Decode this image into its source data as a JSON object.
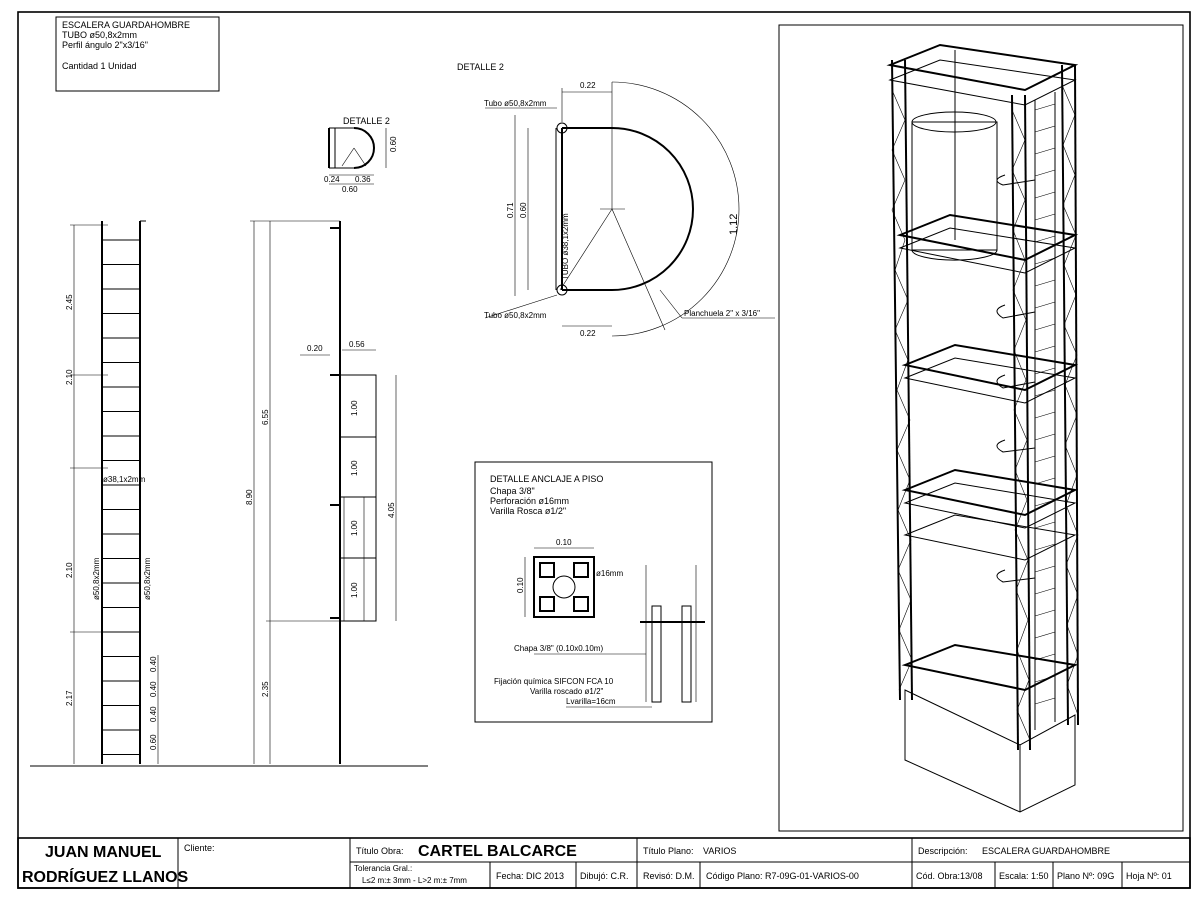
{
  "notes": {
    "line1": "ESCALERA GUARDAHOMBRE",
    "line2": "TUBO ø50,8x2mm",
    "line3": "Perfil ángulo 2\"x3/16\"",
    "line4": "Cantidad 1 Unidad"
  },
  "detail_small": {
    "title": "DETALLE 2",
    "dim_h": "0.60",
    "dim_a": "0.24",
    "dim_b": "0.36",
    "dim_w": "0.60"
  },
  "elevation_left": {
    "dims": [
      "2.45",
      "2.10",
      "2.10",
      "2.17"
    ],
    "ladder_dims": [
      "0.40",
      "0.40",
      "0.40",
      "0.60"
    ],
    "tube_mid": "ø38,1x2mm",
    "tube_left": "ø50,8x2mm",
    "tube_right": "ø50,8x2mm"
  },
  "elevation_side": {
    "dim_total": "8.90",
    "dim_upper": "6.55",
    "dim_lower": "2.35",
    "dim_cage": "4.05",
    "dim_offset": "0.20",
    "dim_depth": "0.56",
    "dim_segments": [
      "1.00",
      "1.00",
      "1.00",
      "1.00"
    ]
  },
  "detail_large": {
    "title": "DETALLE 2",
    "tube_top": "Tubo ø50,8x2mm",
    "tube_bottom": "Tubo ø50,8x2mm",
    "dim_top": "0.22",
    "dim_bottom": "0.22",
    "dim_outer": "0.71",
    "dim_inner": "0.60",
    "tube_center": "TUBO ø38,1x2mm",
    "arc_len": "1.12",
    "planchuela": "Planchuela 2\" x 3/16\""
  },
  "anchor_detail": {
    "title": "DETALLE ANCLAJE A PISO",
    "line1": "Chapa 3/8\"",
    "line2": "Perforación ø16mm",
    "line3": "Varilla Rosca ø1/2\"",
    "dim_w": "0.10",
    "dim_h": "0.10",
    "hole": "ø16mm",
    "plate": "Chapa 3/8\" (0.10x0.10m)",
    "fix1": "Fijación química SIFCON FCA 10",
    "fix2": "Varilla roscado ø1/2\"",
    "fix3": "Lvarilla=16cm"
  },
  "title_block": {
    "author_line1": "JUAN MANUEL",
    "author_line2": "RODRÍGUEZ LLANOS",
    "client_label": "Cliente:",
    "obra_label": "Título Obra:",
    "obra_value": "CARTEL BALCARCE",
    "tol_label": "Tolerancia Gral.:",
    "tol_value": "L≤2 m:± 3mm - L>2 m:± 7mm",
    "fecha": "Fecha: DIC 2013",
    "dibujo": "Dibujó: C.R.",
    "plano_label": "Título Plano:",
    "plano_value": "VARIOS",
    "reviso": "Revisó: D.M.",
    "codigo": "Código Plano: R7-09G-01-VARIOS-00",
    "desc_label": "Descripción:",
    "desc_value": "ESCALERA GUARDAHOMBRE",
    "cod_obra": "Cód. Obra:13/08",
    "escala": "Escala: 1:50",
    "plano_n": "Plano Nº: 09G",
    "hoja_n": "Hoja Nº: 01"
  }
}
